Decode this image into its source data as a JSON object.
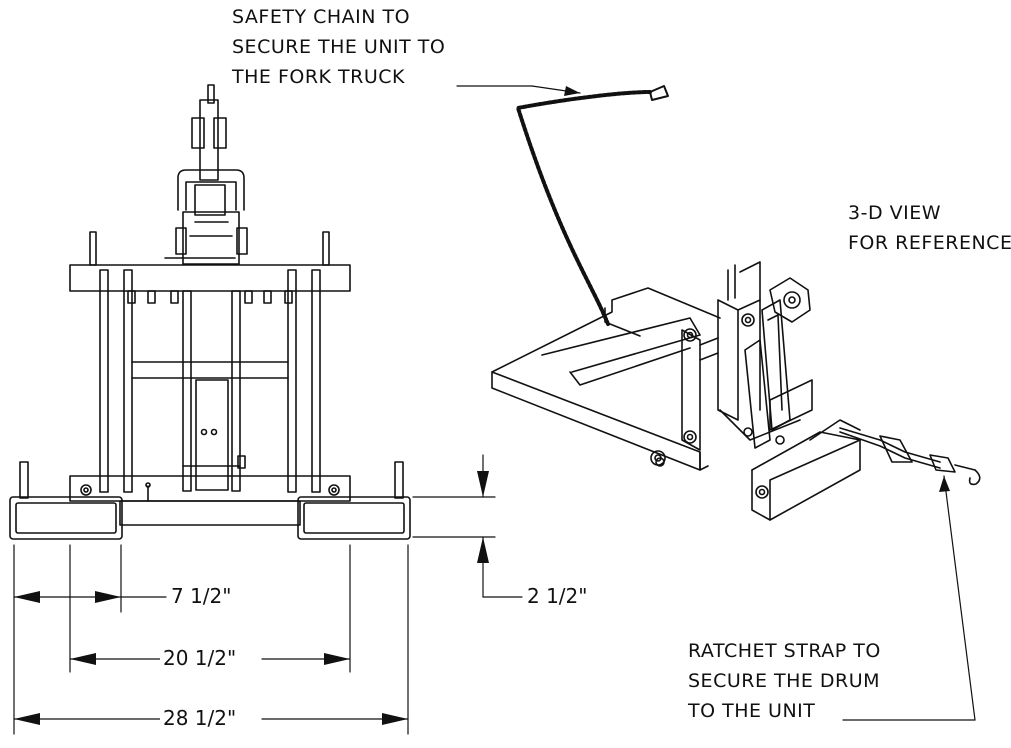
{
  "callouts": {
    "safety_chain": [
      "SAFETY CHAIN TO",
      "SECURE THE UNIT TO",
      "THE FORK TRUCK"
    ],
    "view_3d": [
      "3-D VIEW",
      "FOR REFERENCE"
    ],
    "ratchet_strap": [
      "RATCHET STRAP TO",
      "SECURE THE DRUM",
      "TO THE UNIT"
    ]
  },
  "dimensions": {
    "fork_width": "7 1/2\"",
    "fork_spacing": "20 1/2\"",
    "overall_width": "28 1/2\"",
    "fork_height": "2 1/2\""
  },
  "colors": {
    "ink": "#111111",
    "paper": "#ffffff"
  }
}
